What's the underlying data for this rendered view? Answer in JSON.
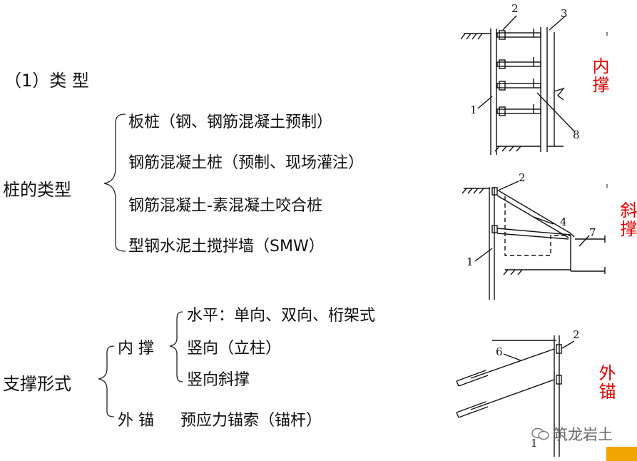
{
  "section_title": "（1）类  型",
  "pile_types": {
    "label": "桩的类型",
    "items": [
      "板桩（钢、钢筋混凝土预制）",
      "钢筋混凝土桩（预制、现场灌注）",
      "钢筋混凝土-素混凝土咬合桩",
      "型钢水泥土搅拌墙（SMW）"
    ]
  },
  "support_forms": {
    "label": "支撑形式",
    "inner": {
      "label": "内 撑",
      "items": [
        "水平：单向、双向、桁架式",
        "竖向（立柱）",
        "竖向斜撑"
      ]
    },
    "outer": {
      "label": "外 锚",
      "item": "预应力锚索（锚杆）"
    }
  },
  "diagrams": {
    "inner_strut": {
      "caption": "内撑",
      "labels": [
        "1",
        "2",
        "3",
        "8"
      ]
    },
    "inclined_strut": {
      "caption": "斜撑",
      "labels": [
        "1",
        "2",
        "4",
        "7"
      ]
    },
    "anchor": {
      "caption": "外锚",
      "labels": [
        "1",
        "2",
        "6"
      ]
    }
  },
  "watermark": "筑龙岩土",
  "colors": {
    "caption": "#e00000",
    "text": "#111111"
  }
}
